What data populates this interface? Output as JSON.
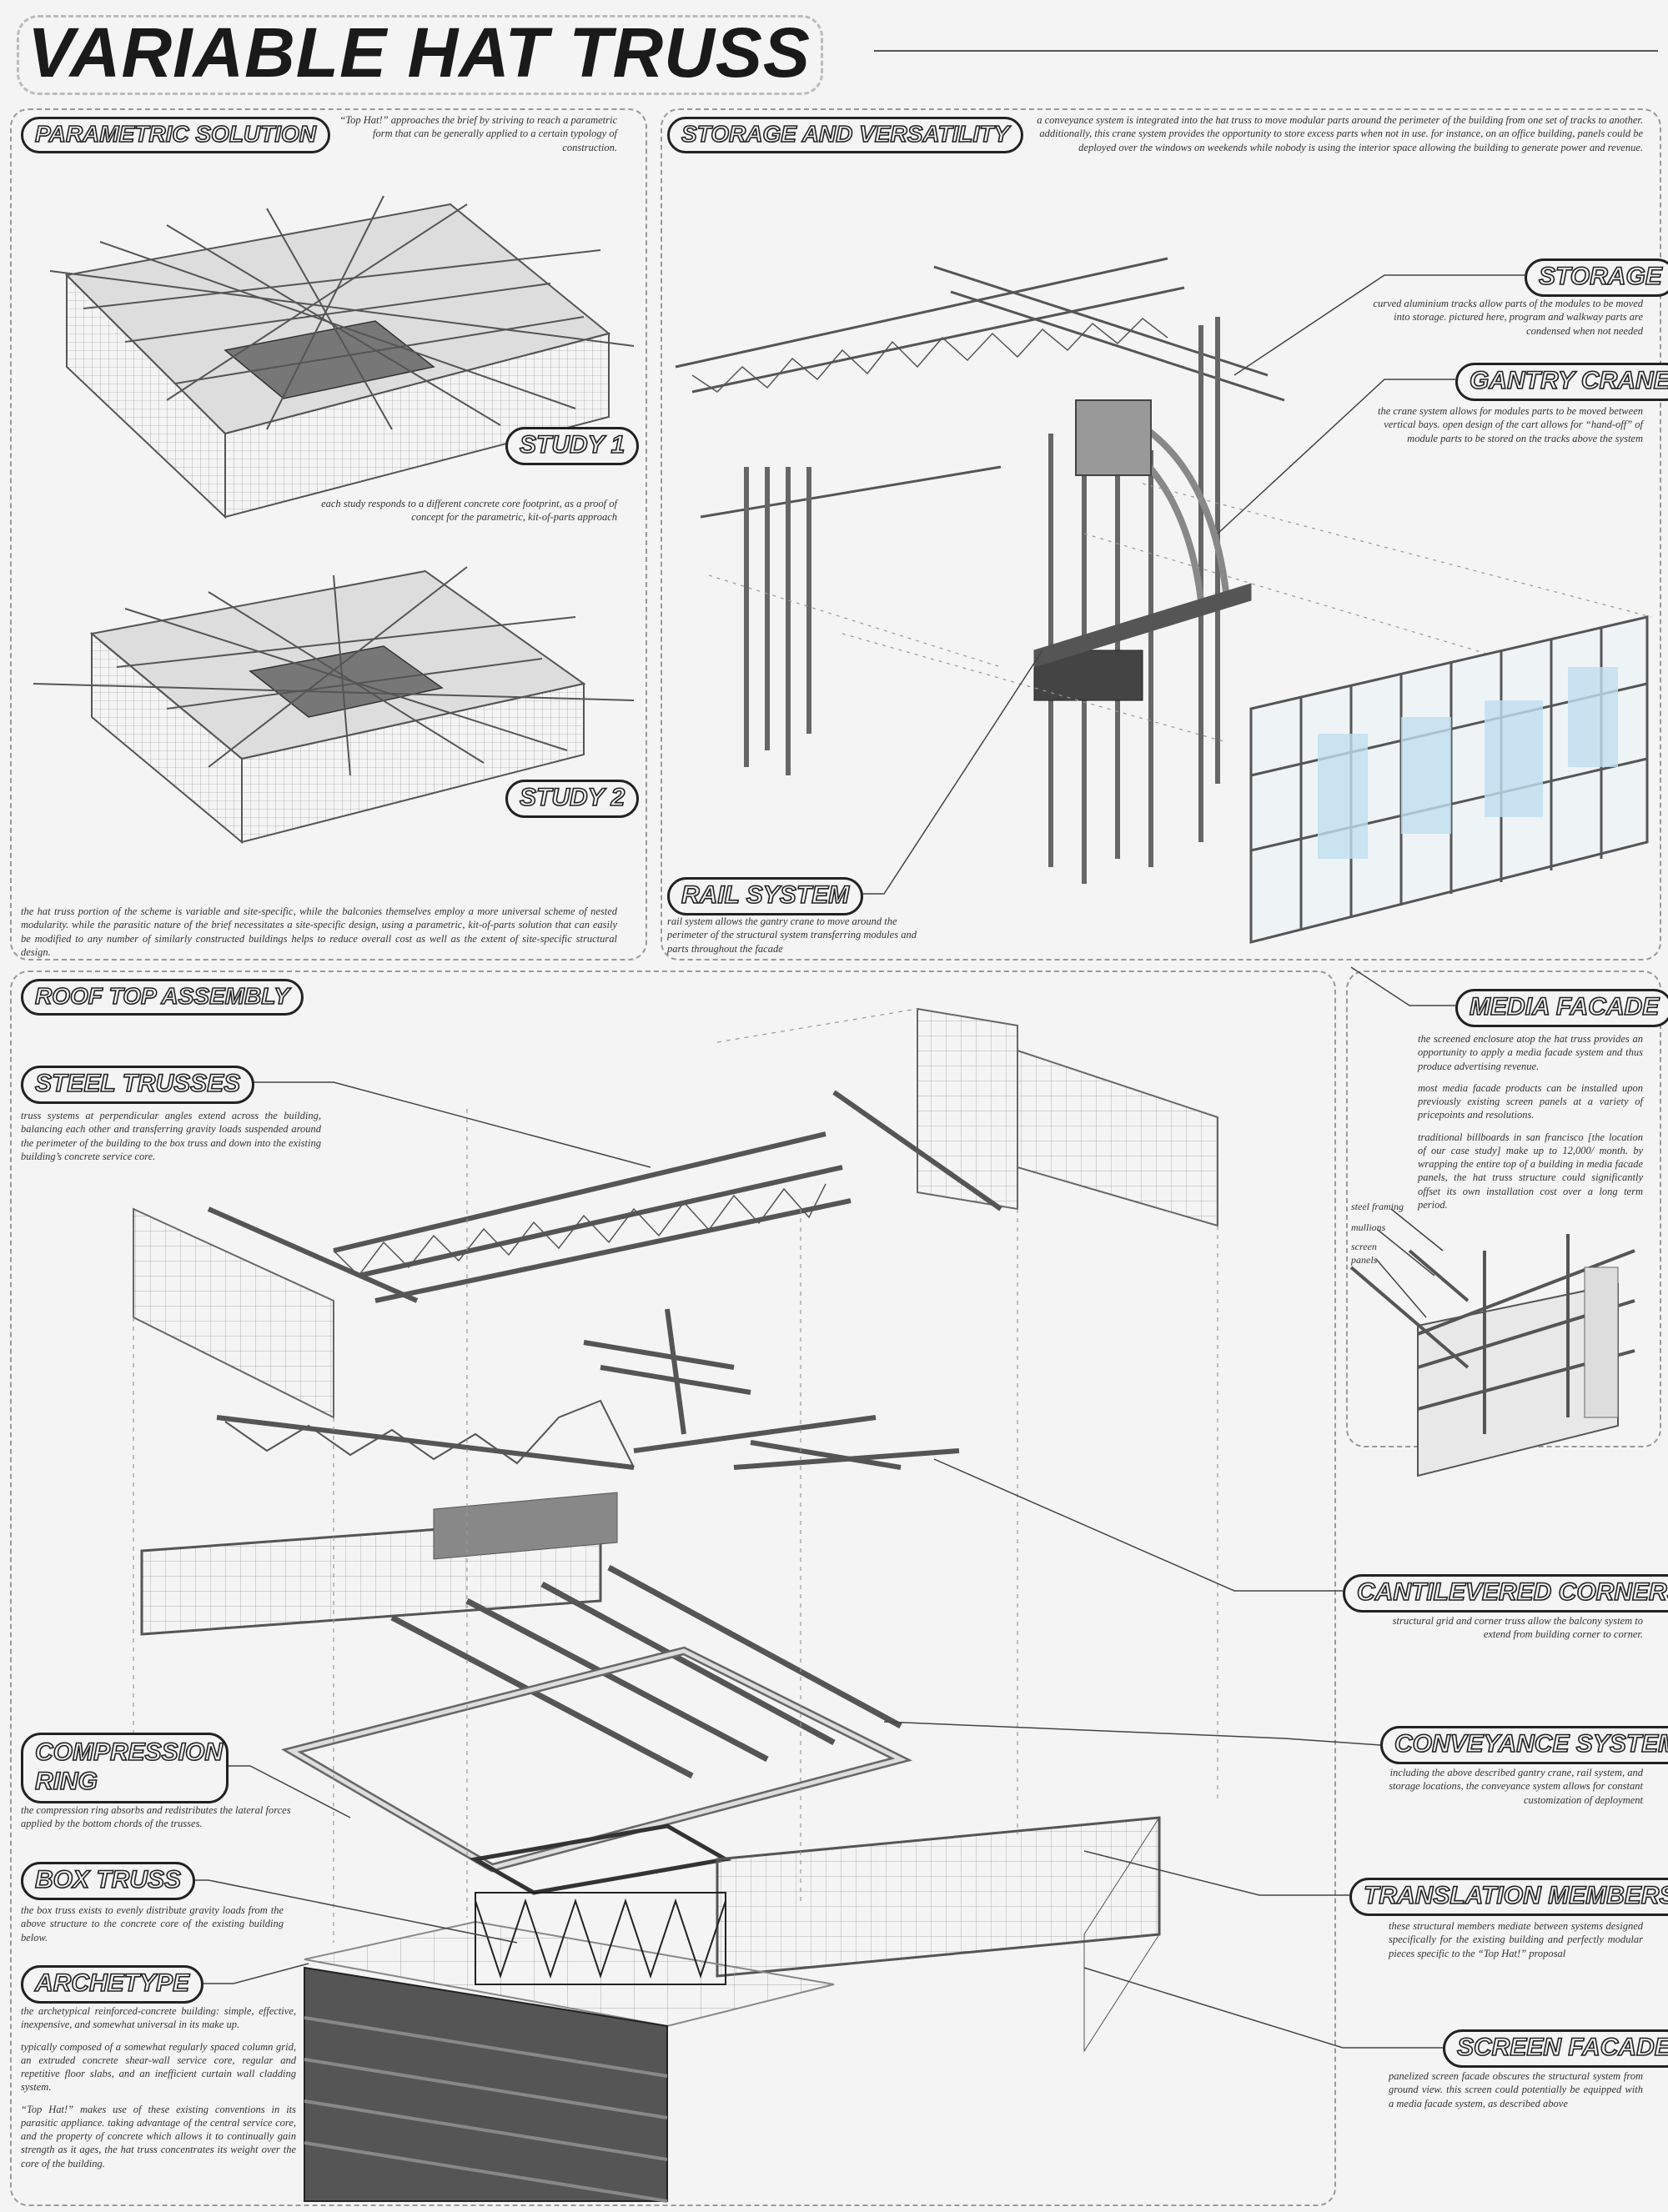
{
  "title": "VARIABLE HAT TRUSS",
  "panels": {
    "parametric": {
      "heading": "PARAMETRIC SOLUTION",
      "intro": "“Top Hat!” approaches the brief by striving to reach a parametric form that can be generally applied to a certain typology of construction.",
      "study1": "STUDY 1",
      "study_caption": "each study responds to a different concrete core footprint, as a proof of concept for the parametric, kit-of-parts approach",
      "study2": "STUDY 2",
      "footer": "the hat truss portion of the scheme is variable and site-specific, while the balconies themselves employ a more universal scheme of nested modularity. while the parasitic nature of the brief necessitates a site-specific design, using a parametric, kit-of-parts solution that can easily be modified to any number of similarly constructed buildings helps to reduce overall cost as well as the extent of site-specific structural design."
    },
    "storage": {
      "heading": "STORAGE AND VERSATILITY",
      "intro": "a conveyance system is integrated into the hat truss to move modular parts around the perimeter of the building from one set of tracks to another. additionally, this crane system provides the opportunity to store excess parts when not in use. for instance, on an office building, panels could be deployed over the windows on weekends while nobody is using the interior space allowing the building to generate power and revenue.",
      "storage_label": "STORAGE",
      "storage_text": "curved aluminium tracks allow parts of the modules to be moved into storage. pictured here, program and walkway parts are condensed when not needed",
      "gantry_label": "GANTRY CRANE",
      "gantry_text": "the crane system allows for modules parts to be moved between vertical bays. open design of the cart allows for “hand-off” of module parts to be stored on the tracks above the system",
      "rail_label": "RAIL SYSTEM",
      "rail_text": "rail system allows the gantry crane to move around the perimeter of the structural system transferring modules and parts throughout the facade"
    },
    "roof": {
      "heading": "ROOF TOP ASSEMBLY",
      "steel_label": "STEEL TRUSSES",
      "steel_text": "truss systems at perpendicular angles extend across the building, balancing each other and transferring gravity loads suspended around the perimeter of the building to the box truss and down into the existing building’s concrete service core.",
      "cantilever_label": "CANTILEVERED CORNERS",
      "cantilever_text": "structural grid and corner truss allow the balcony system to extend from building corner to corner.",
      "compression_label": "COMPRESSION RING",
      "compression_text": "the compression ring absorbs and redistributes the lateral forces applied by the bottom chords of the trusses.",
      "conveyance_label": "CONVEYANCE SYSTEM",
      "conveyance_text": "including the above described gantry crane, rail system, and storage locations, the conveyance system allows for constant customization of deployment",
      "box_label": "BOX TRUSS",
      "box_text": "the box truss exists to evenly distribute gravity loads from the above structure to the concrete core of the existing building below.",
      "translation_label": "TRANSLATION MEMBERS",
      "translation_text": "these structural members mediate between systems designed specifically for the existing building and perfectly modular pieces specific to the “Top Hat!” proposal",
      "archetype_label": "ARCHETYPE",
      "archetype_p1": "the archetypical reinforced-concrete building: simple, effective, inexpensive, and somewhat universal in its make up.",
      "archetype_p2": "typically composed of a somewhat regularly spaced column grid, an extruded concrete shear-wall service core, regular and repetitive floor slabs, and an inefficient curtain wall cladding system.",
      "archetype_p3": "“Top Hat!” makes use of these existing conventions in its parasitic appliance. taking advantage of the central service core, and the property of concrete which allows it to continually gain strength as it ages, the hat truss concentrates its weight over the core of the building.",
      "screen_label": "SCREEN FACADE",
      "screen_text": "panelized screen facade obscures the structural system from ground view. this screen could potentially be equipped with a media facade system, as described above"
    },
    "media": {
      "heading": "MEDIA FACADE",
      "p1": "the screened enclosure atop the hat truss provides an opportunity to apply a media facade system and thus produce advertising revenue.",
      "p2": "most media facade products can be installed upon previously existing screen panels at a variety of pricepoints and resolutions.",
      "p3": "traditional billboards in san francisco [the location of our case study] make up to 12,000/ month. by wrapping the entire top of a building in media facade panels, the hat truss structure could significantly offset its own installation cost over a long term period.",
      "callout_framing": "steel framing",
      "callout_mullions": "mullions",
      "callout_screen": "screen panels"
    }
  }
}
